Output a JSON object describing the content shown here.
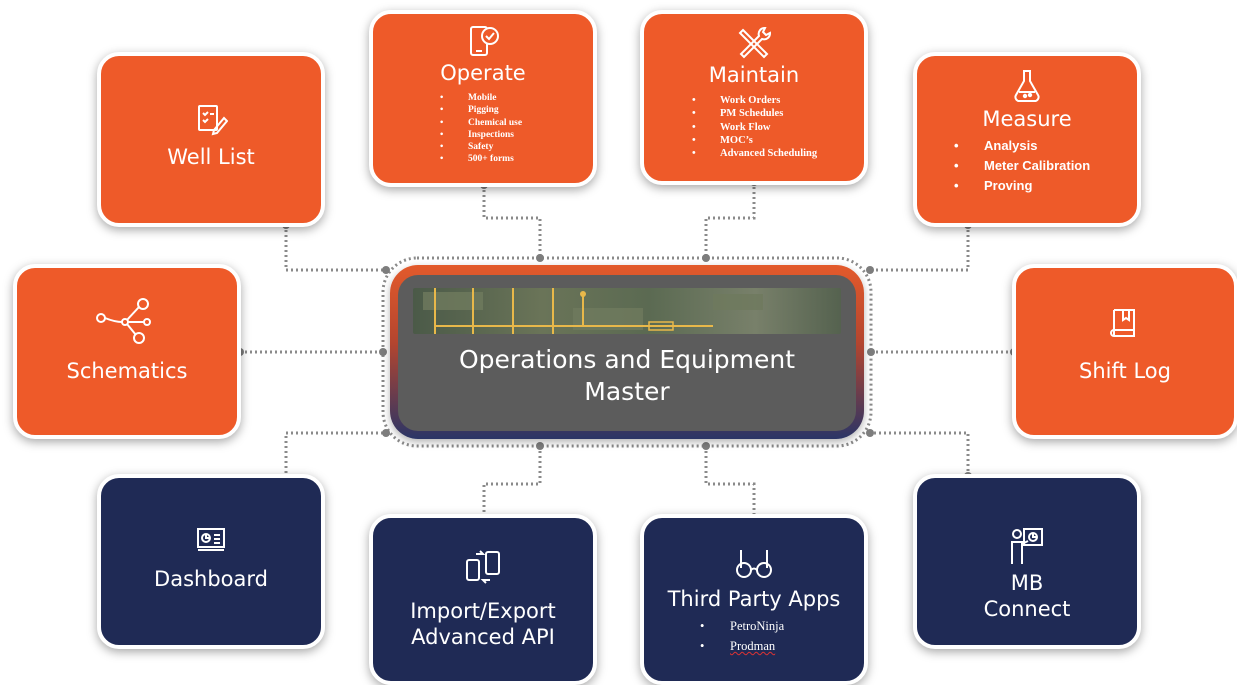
{
  "center": {
    "title_line1": "Operations and Equipment",
    "title_line2": "Master"
  },
  "tiles": {
    "operate": {
      "title": "Operate",
      "icon": "mobile-check-icon",
      "items": [
        "Mobile",
        "Pigging",
        "Chemical use",
        "Inspections",
        "Safety",
        "500+ forms"
      ]
    },
    "maintain": {
      "title": "Maintain",
      "icon": "wrench-screwdriver-icon",
      "items": [
        "Work Orders",
        "PM Schedules",
        "Work Flow",
        "MOC’s",
        "Advanced Scheduling"
      ]
    },
    "well_list": {
      "title": "Well List",
      "icon": "checklist-pencil-icon"
    },
    "measure": {
      "title": "Measure",
      "icon": "flask-icon",
      "items": [
        "Analysis",
        "Meter Calibration",
        "Proving"
      ]
    },
    "schematics": {
      "title": "Schematics",
      "icon": "network-nodes-icon"
    },
    "shift_log": {
      "title": "Shift Log",
      "icon": "book-icon"
    },
    "dashboard": {
      "title": "Dashboard",
      "icon": "dashboard-screen-icon"
    },
    "import_export": {
      "title_line1": "Import/Export",
      "title_line2": "Advanced API",
      "icon": "device-sync-icon"
    },
    "third_party": {
      "title": "Third Party Apps",
      "icon": "glasses-icon",
      "items": [
        "PetroNinja",
        "Prodman"
      ]
    },
    "mb_connect": {
      "title_line1": "MB",
      "title_line2": "Connect",
      "icon": "presenter-icon"
    }
  },
  "colors": {
    "orange": "#ee5a29",
    "navy": "#1f2a55",
    "center": "#5c5c5c",
    "connector": "#8a8a8a"
  }
}
